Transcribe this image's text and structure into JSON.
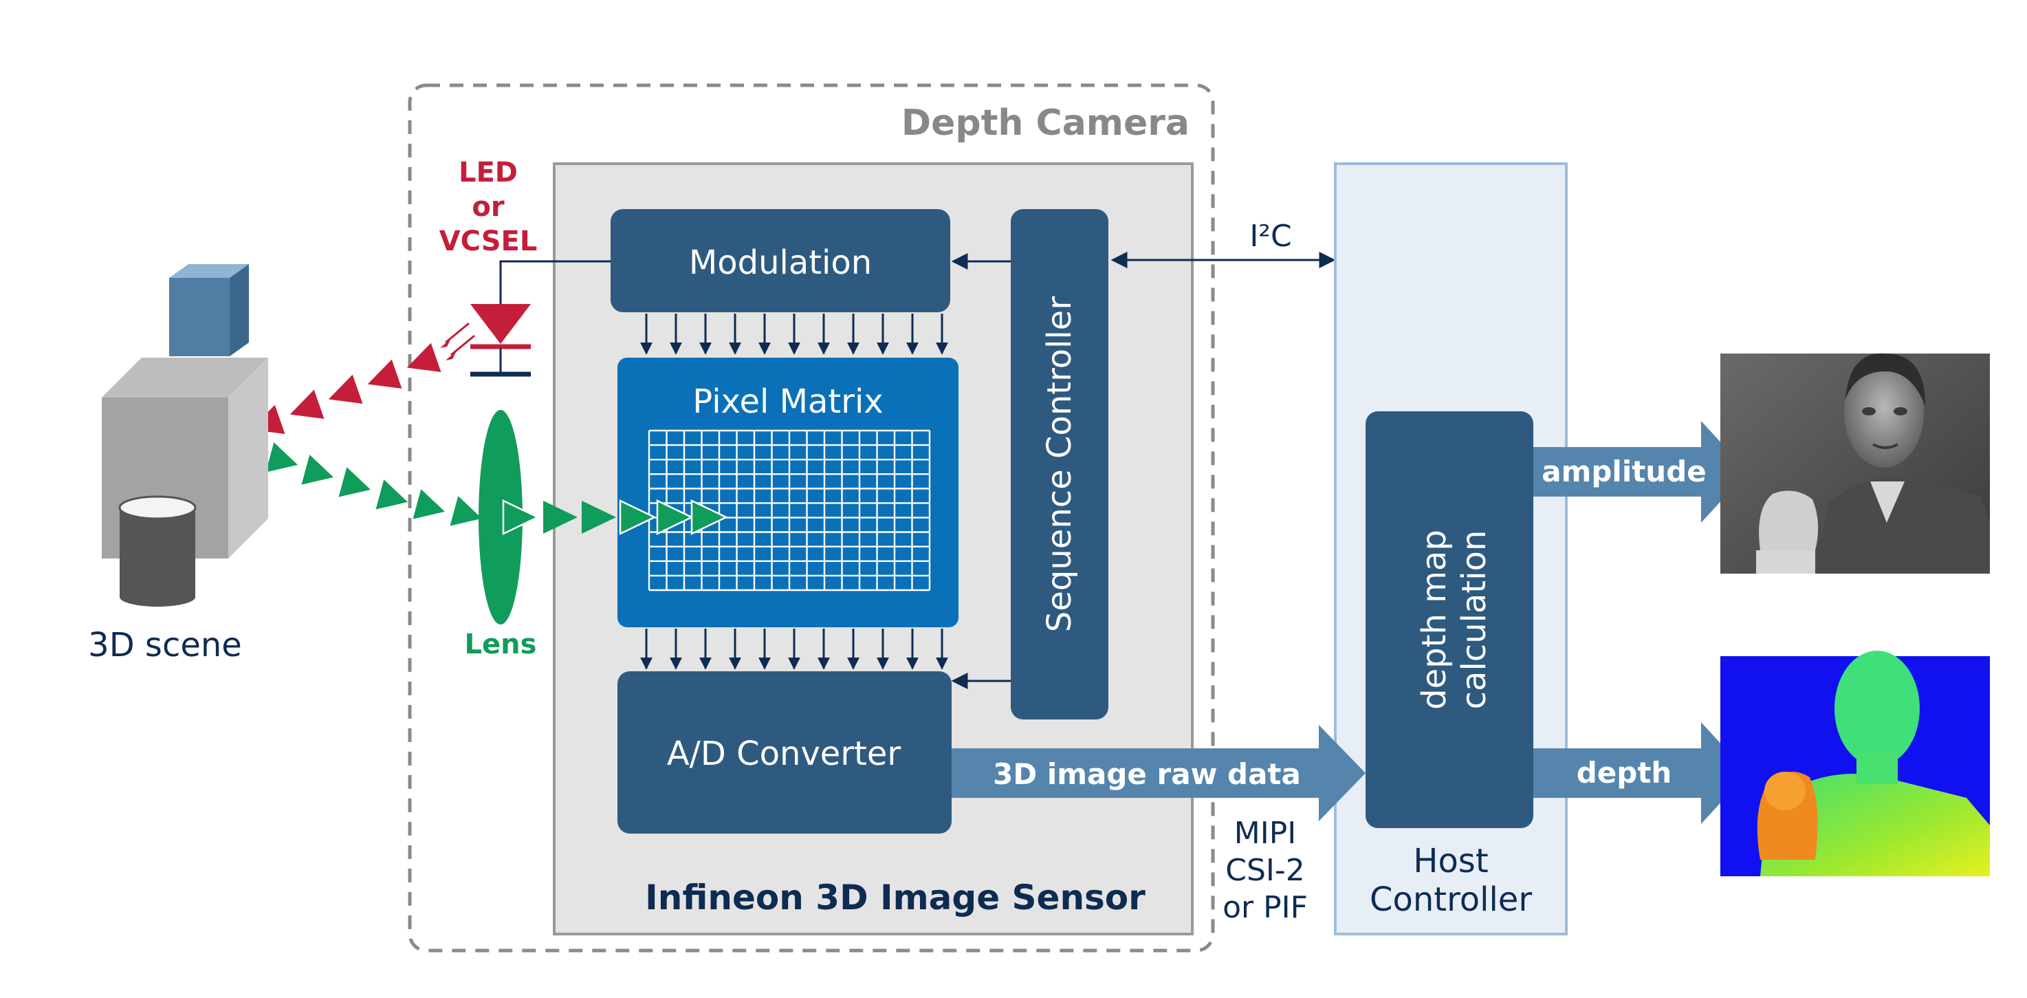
{
  "labels": {
    "depth_camera": "Depth Camera",
    "led_line1": "LED",
    "led_line2": "or",
    "led_line3": "VCSEL",
    "lens": "Lens",
    "scene": "3D scene",
    "modulation": "Modulation",
    "pixel_matrix": "Pixel Matrix",
    "ad_converter": "A/D Converter",
    "sequence_controller": "Sequence Controller",
    "sensor": "Infineon 3D Image Sensor",
    "i2c": "I²C",
    "raw_data": "3D image raw data",
    "mipi_line1": "MIPI",
    "mipi_line2": "CSI-2",
    "mipi_line3": "or PIF",
    "depth_map_line1": "depth map",
    "depth_map_line2": "calculation",
    "host_line1": "Host",
    "host_line2": "Controller",
    "amplitude": "amplitude",
    "depth": "depth"
  },
  "colors": {
    "dark_block": "#2e5a80",
    "pixel_matrix": "#0a70b8",
    "arrow_blue": "#5585ad",
    "sensor_bg": "#e4e4e4",
    "host_bg": "#e8eef6",
    "led_red": "#c41e3a",
    "lens_green": "#109c5a",
    "navy_text": "#0e2b52",
    "gray_text": "#888888"
  },
  "icons": {
    "led": "led-diode-icon",
    "lens": "lens-icon",
    "scene": "3d-scene-icon",
    "amplitude_image": "amplitude-photo-icon",
    "depth_image": "depth-heatmap-icon"
  }
}
